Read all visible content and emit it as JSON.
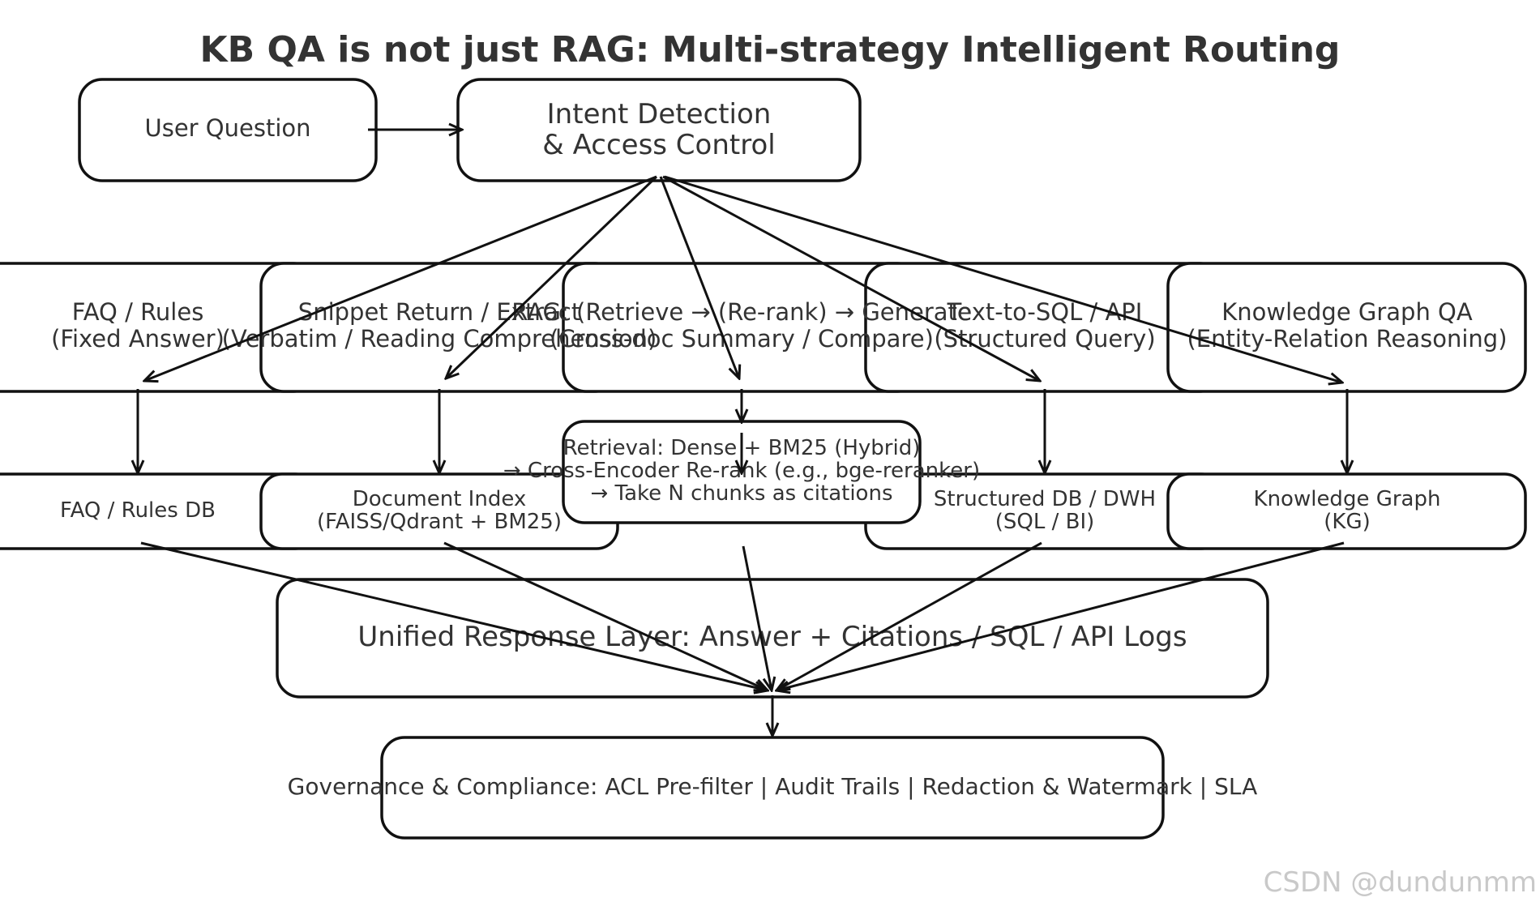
{
  "title": "KB QA is not just RAG: Multi-strategy Intelligent Routing",
  "nodes": {
    "user_question": "User Question",
    "intent": [
      "Intent Detection",
      "& Access Control"
    ],
    "faq_rules": [
      "FAQ / Rules",
      "(Fixed Answer)"
    ],
    "snippet": [
      "Snippet Return / Extract",
      "(Verbatim / Reading Comprehension)"
    ],
    "rag": [
      "RAG: (Retrieve → (Re-rank) → Generate",
      "(Cross-doc Summary / Compare)"
    ],
    "text_sql": [
      "Text-to-SQL / API",
      "(Structured Query)"
    ],
    "kg_qa": [
      "Knowledge Graph QA",
      "(Entity-Relation Reasoning)"
    ],
    "faq_db": "FAQ / Rules DB",
    "doc_index": [
      "Document Index",
      "(FAISS/Qdrant + BM25)"
    ],
    "retrieval": [
      "Retrieval: Dense + BM25 (Hybrid)",
      "→ Cross-Encoder Re-rank (e.g., bge-reranker)",
      "→ Take N chunks as citations"
    ],
    "struct_db": [
      "Structured DB / DWH",
      "(SQL / BI)"
    ],
    "kg": [
      "Knowledge Graph",
      "(KG)"
    ],
    "unified": "Unified Response Layer: Answer + Citations / SQL / API Logs",
    "governance": "Governance & Compliance: ACL Pre-filter | Audit Trails | Redaction & Watermark | SLA"
  },
  "watermark": "CSDN @dundunmm"
}
